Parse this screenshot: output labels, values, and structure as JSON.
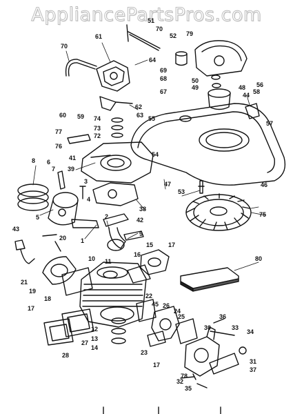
{
  "watermark": "AppliancePartsPros.com",
  "callouts": [
    {
      "id": "cl-1",
      "text": "1"
    },
    {
      "id": "cl-2",
      "text": "2"
    },
    {
      "id": "cl-3",
      "text": "3"
    },
    {
      "id": "cl-4",
      "text": "4"
    },
    {
      "id": "cl-5",
      "text": "5"
    },
    {
      "id": "cl-6",
      "text": "6"
    },
    {
      "id": "cl-7",
      "text": "7"
    },
    {
      "id": "cl-8",
      "text": "8"
    },
    {
      "id": "cl-9",
      "text": "9"
    },
    {
      "id": "cl-10",
      "text": "10"
    },
    {
      "id": "cl-11",
      "text": "11"
    },
    {
      "id": "cl-12",
      "text": "12"
    },
    {
      "id": "cl-13",
      "text": "13"
    },
    {
      "id": "cl-14",
      "text": "14"
    },
    {
      "id": "cl-15",
      "text": "15"
    },
    {
      "id": "cl-16",
      "text": "16"
    },
    {
      "id": "cl-17a",
      "text": "17"
    },
    {
      "id": "cl-17b",
      "text": "17"
    },
    {
      "id": "cl-17c",
      "text": "17"
    },
    {
      "id": "cl-18",
      "text": "18"
    },
    {
      "id": "cl-19",
      "text": "19"
    },
    {
      "id": "cl-20",
      "text": "20"
    },
    {
      "id": "cl-21",
      "text": "21"
    },
    {
      "id": "cl-22",
      "text": "22"
    },
    {
      "id": "cl-23",
      "text": "23"
    },
    {
      "id": "cl-24",
      "text": "24"
    },
    {
      "id": "cl-25",
      "text": "25"
    },
    {
      "id": "cl-26",
      "text": "26"
    },
    {
      "id": "cl-27",
      "text": "27"
    },
    {
      "id": "cl-28",
      "text": "28"
    },
    {
      "id": "cl-30",
      "text": "30"
    },
    {
      "id": "cl-31",
      "text": "31"
    },
    {
      "id": "cl-32",
      "text": "32"
    },
    {
      "id": "cl-33",
      "text": "33"
    },
    {
      "id": "cl-34",
      "text": "34"
    },
    {
      "id": "cl-35",
      "text": "35"
    },
    {
      "id": "cl-36",
      "text": "36"
    },
    {
      "id": "cl-37",
      "text": "37"
    },
    {
      "id": "cl-38",
      "text": "38"
    },
    {
      "id": "cl-39",
      "text": "39"
    },
    {
      "id": "cl-41",
      "text": "41"
    },
    {
      "id": "cl-42",
      "text": "42"
    },
    {
      "id": "cl-43",
      "text": "43"
    },
    {
      "id": "cl-44",
      "text": "44"
    },
    {
      "id": "cl-45",
      "text": "45"
    },
    {
      "id": "cl-46",
      "text": "46"
    },
    {
      "id": "cl-47",
      "text": "47"
    },
    {
      "id": "cl-48",
      "text": "48"
    },
    {
      "id": "cl-49",
      "text": "49"
    },
    {
      "id": "cl-50",
      "text": "50"
    },
    {
      "id": "cl-51",
      "text": "51"
    },
    {
      "id": "cl-52",
      "text": "52"
    },
    {
      "id": "cl-53",
      "text": "53"
    },
    {
      "id": "cl-54",
      "text": "54"
    },
    {
      "id": "cl-55",
      "text": "55"
    },
    {
      "id": "cl-56",
      "text": "56"
    },
    {
      "id": "cl-57",
      "text": "57"
    },
    {
      "id": "cl-58",
      "text": "58"
    },
    {
      "id": "cl-59",
      "text": "59"
    },
    {
      "id": "cl-60",
      "text": "60"
    },
    {
      "id": "cl-61",
      "text": "61"
    },
    {
      "id": "cl-62",
      "text": "62"
    },
    {
      "id": "cl-63",
      "text": "63"
    },
    {
      "id": "cl-64",
      "text": "64"
    },
    {
      "id": "cl-67",
      "text": "67"
    },
    {
      "id": "cl-68",
      "text": "68"
    },
    {
      "id": "cl-69",
      "text": "69"
    },
    {
      "id": "cl-70a",
      "text": "70"
    },
    {
      "id": "cl-70b",
      "text": "70"
    },
    {
      "id": "cl-72",
      "text": "72"
    },
    {
      "id": "cl-73",
      "text": "73"
    },
    {
      "id": "cl-74",
      "text": "74"
    },
    {
      "id": "cl-75",
      "text": "75"
    },
    {
      "id": "cl-76",
      "text": "76"
    },
    {
      "id": "cl-77",
      "text": "77"
    },
    {
      "id": "cl-78",
      "text": "78"
    },
    {
      "id": "cl-79",
      "text": "79"
    },
    {
      "id": "cl-80",
      "text": "80"
    }
  ]
}
